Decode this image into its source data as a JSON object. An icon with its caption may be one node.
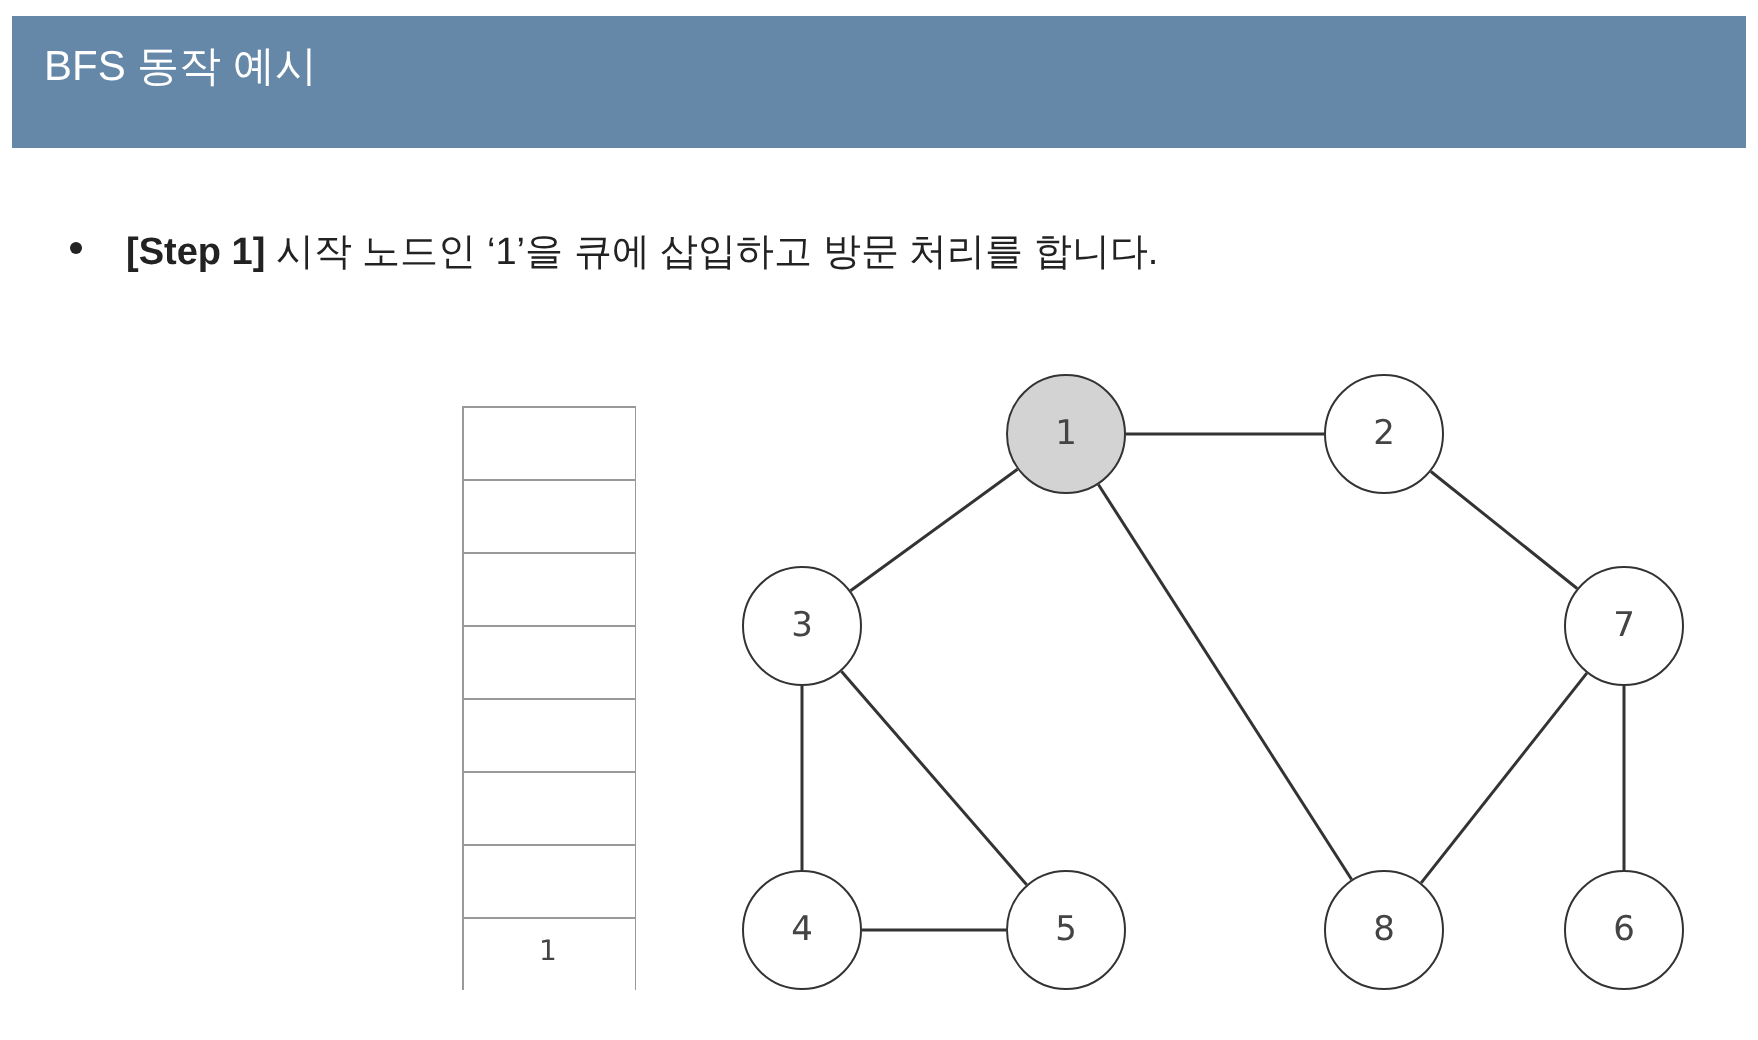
{
  "diagram": {
    "title": "BFS 동작 예시",
    "nodes": [
      {
        "text": [
          "1"
        ]
      },
      {
        "text": [
          "2"
        ]
      },
      {
        "text": [
          "3"
        ]
      },
      {
        "text": [
          "7"
        ]
      },
      {
        "text": [
          "4"
        ]
      },
      {
        "text": [
          "5"
        ]
      },
      {
        "text": [
          "8"
        ]
      },
      {
        "text": [
          "6"
        ]
      }
    ],
    "edges": [
      {
        "from": 0,
        "to": 1,
        "arrow": "none"
      },
      {
        "from": 0,
        "to": 2,
        "arrow": "none"
      },
      {
        "from": 0,
        "to": 6,
        "arrow": "none"
      },
      {
        "from": 1,
        "to": 3,
        "arrow": "none"
      },
      {
        "from": 2,
        "to": 4,
        "arrow": "none"
      },
      {
        "from": 2,
        "to": 5,
        "arrow": "none"
      },
      {
        "from": 4,
        "to": 5,
        "arrow": "none"
      },
      {
        "from": 3,
        "to": 6,
        "arrow": "none"
      },
      {
        "from": 3,
        "to": 7,
        "arrow": "none"
      }
    ],
    "labels": [
      "**[Step 1]** 시작 노드인 ‘1’을 큐에 삽입하고 방문 처리를 합니다.",
      "1"
    ]
  }
}
